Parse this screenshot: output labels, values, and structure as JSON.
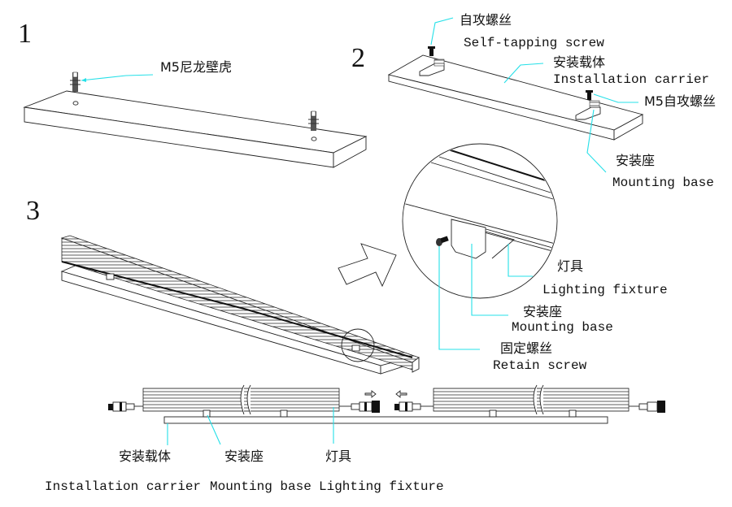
{
  "steps": {
    "one": "1",
    "two": "2",
    "three": "3"
  },
  "step1": {
    "wall_plug_label": "M5尼龙壁虎"
  },
  "step2": {
    "self_tapping_cn": "自攻螺丝",
    "self_tapping_en": "Self-tapping screw",
    "carrier_cn": "安装载体",
    "carrier_en": "Installation carrier",
    "m5_screw_cn": "M5自攻螺丝",
    "mounting_base_cn": "安装座",
    "mounting_base_en": "Mounting base"
  },
  "step3": {
    "fixture_cn": "灯具",
    "fixture_en": "Lighting fixture",
    "mounting_base_cn": "安装座",
    "mounting_base_en": "Mounting base",
    "retain_screw_cn": "固定螺丝",
    "retain_screw_en": "Retain screw"
  },
  "bottom": {
    "carrier_cn": "安装载体",
    "carrier_en": "Installation carrier",
    "mounting_base_cn": "安装座",
    "mounting_base_en": "Mounting base",
    "fixture_cn": "灯具",
    "fixture_en": "Lighting fixture"
  },
  "colors": {
    "leader_line": "#25e0e8",
    "line_art": "#222222"
  }
}
